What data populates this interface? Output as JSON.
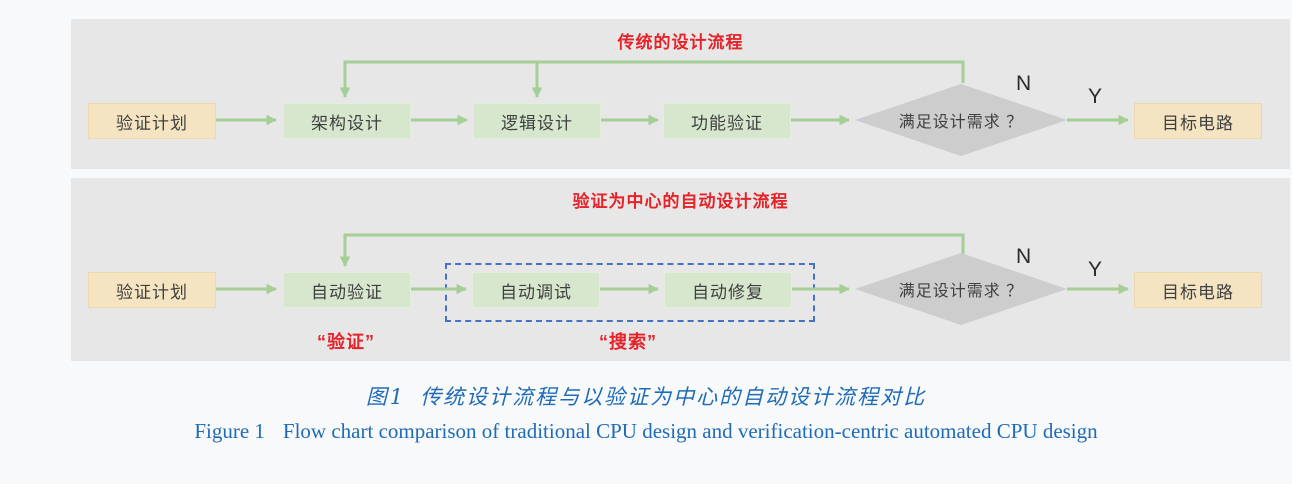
{
  "colors": {
    "page_bg": "#f8f9fa",
    "panel_bg": "#e7e7e7",
    "box_yellow": "#f5e4c1",
    "box_green": "#d7e7ce",
    "diamond_gray": "#cdcdcd",
    "arrow_green": "#a5cf96",
    "accent_red": "#e62329",
    "dashed_blue": "#4672c4",
    "caption_blue": "#1e6bb8"
  },
  "panel1": {
    "title": "传统的设计流程",
    "nodes": {
      "plan": "验证计划",
      "arch": "架构设计",
      "logic": "逻辑设计",
      "func": "功能验证",
      "decision": "满足设计需求 ？",
      "target": "目标电路"
    },
    "branch_no": "N",
    "branch_yes": "Y"
  },
  "panel2": {
    "title": "验证为中心的自动设计流程",
    "nodes": {
      "plan": "验证计划",
      "autoverify": "自动验证",
      "autodebug": "自动调试",
      "autofix": "自动修复",
      "decision": "满足设计需求 ？",
      "target": "目标电路"
    },
    "branch_no": "N",
    "branch_yes": "Y",
    "label_verify": "“验证”",
    "label_search": "“搜索”"
  },
  "caption": {
    "zh_label": "图1",
    "zh_text": "传统设计流程与以验证为中心的自动设计流程对比",
    "en_label": "Figure 1",
    "en_text": "Flow chart comparison of traditional CPU design and verification-centric automated CPU design"
  }
}
